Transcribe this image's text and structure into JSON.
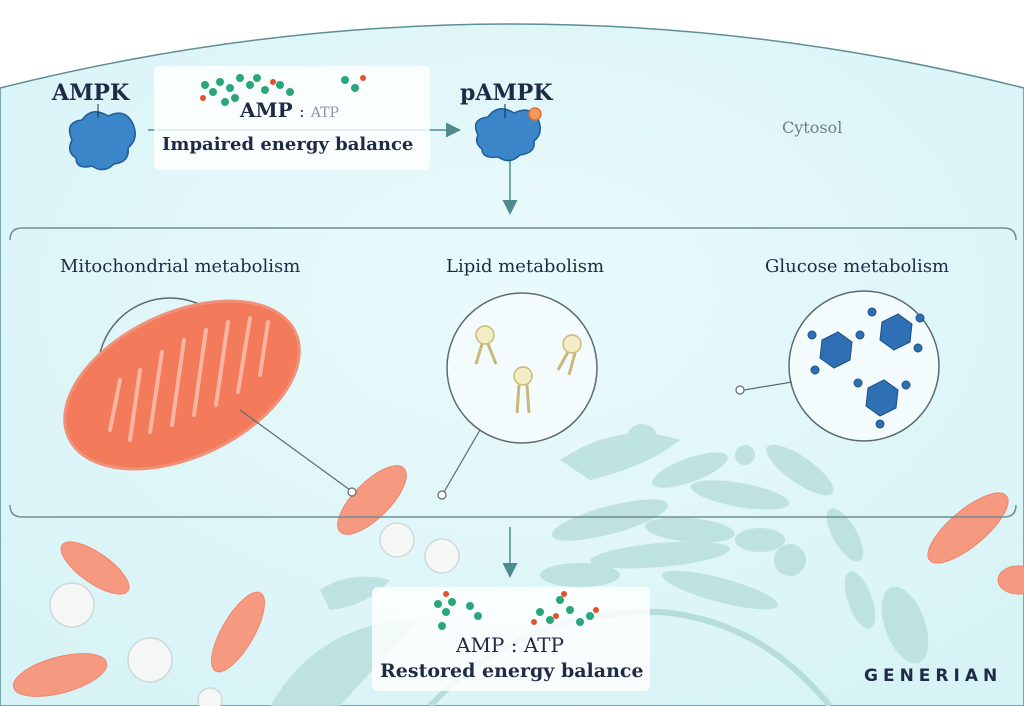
{
  "top": {
    "ampk_label": "AMPK",
    "pampk_label": "pAMPK",
    "impaired_ratio_amp": "AMP",
    "impaired_ratio_sep": ":",
    "impaired_ratio_atp": "ATP",
    "impaired_caption": "Impaired energy balance",
    "cytosol_label": "Cytosol"
  },
  "panels": [
    {
      "title": "Mitochondrial metabolism"
    },
    {
      "title": "Lipid metabolism"
    },
    {
      "title": "Glucose metabolism"
    }
  ],
  "bottom": {
    "restored_ratio": "AMP : ATP",
    "restored_caption": "Restored energy balance"
  },
  "brand": {
    "logo_text": "GENERIAN"
  },
  "colors": {
    "cell": "#dff6f9",
    "protein": "#3a86c8",
    "mitochondrion": "#f47a5c",
    "er": "#b6dcdc",
    "amp_molecule": "#2aa67a",
    "navy_text": "#1f2a44"
  }
}
